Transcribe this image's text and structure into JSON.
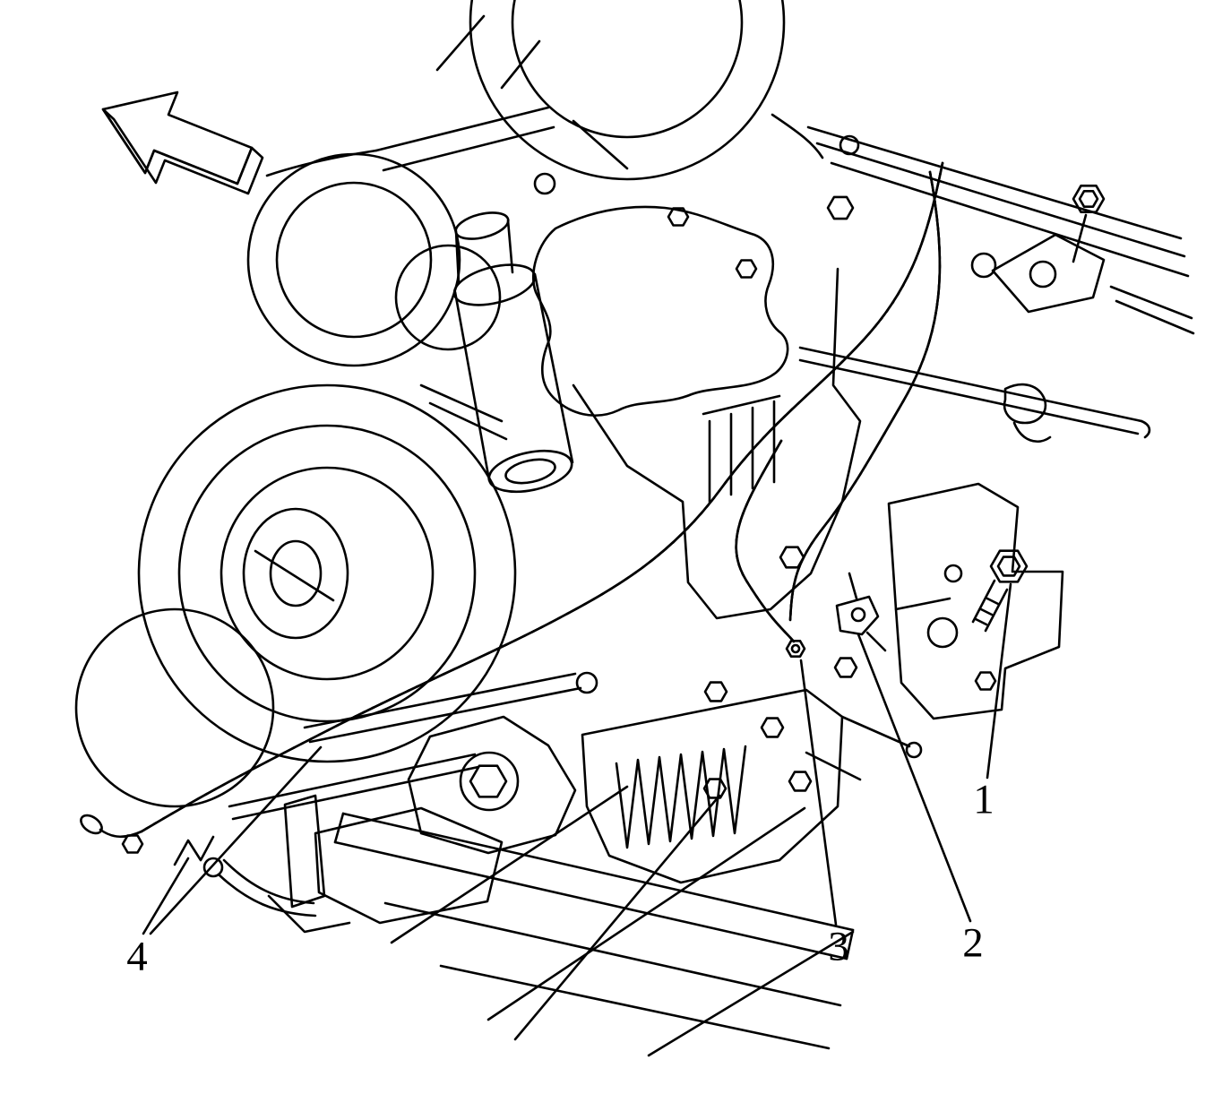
{
  "figure": {
    "background_color": "#ffffff",
    "line_color": "#000000",
    "direction_arrow_icon": "block-arrow-up-left",
    "callouts": [
      {
        "label": "1"
      },
      {
        "label": "2"
      },
      {
        "label": "3"
      },
      {
        "label": "4"
      }
    ]
  }
}
